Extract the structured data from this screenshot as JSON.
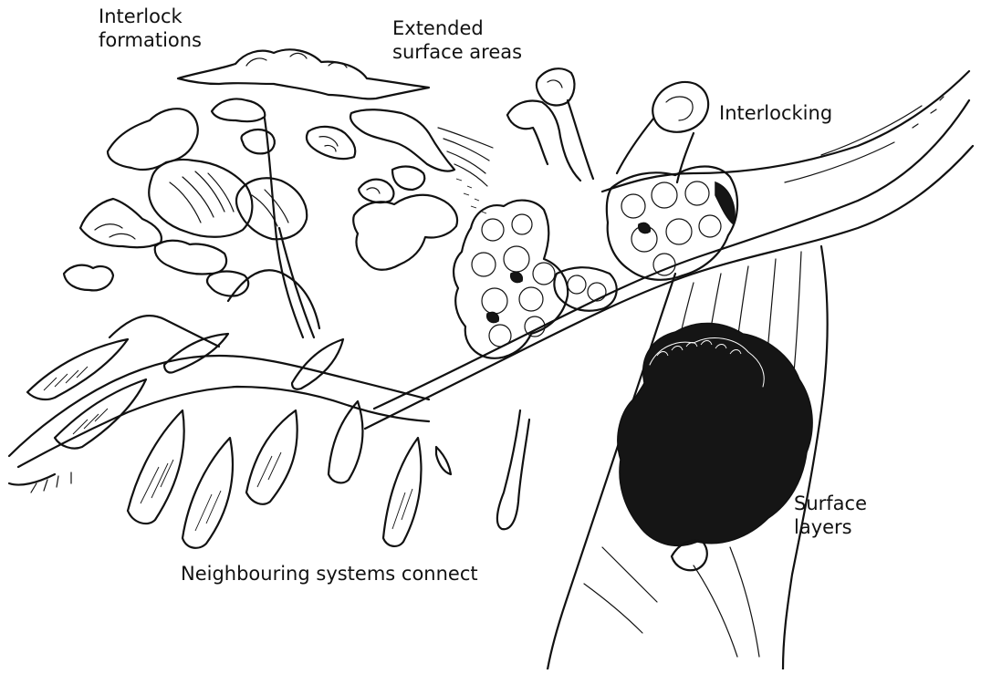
{
  "illustration": {
    "style": "black ink line drawing on white",
    "ink_color": "#111111",
    "background_color": "#ffffff"
  },
  "labels": {
    "interlock_formations": [
      "Interlock",
      "formations"
    ],
    "extended_surface_areas": [
      "Extended",
      "surface areas"
    ],
    "interlocking": "Interlocking",
    "surface_layers": [
      "Surface",
      "layers"
    ],
    "neighbouring_systems_connect": "Neighbouring systems connect"
  }
}
